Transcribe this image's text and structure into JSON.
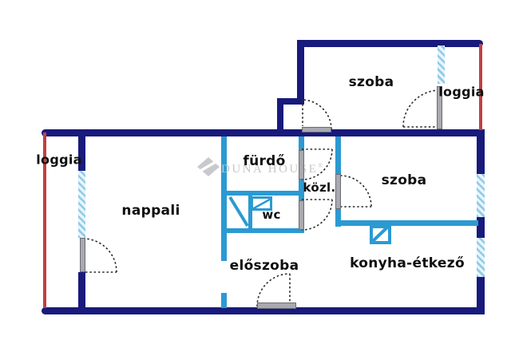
{
  "watermark": {
    "brand": "DUNA HOUSE",
    "registered": "®"
  },
  "rooms": [
    {
      "id": "szoba-top",
      "label": "szoba"
    },
    {
      "id": "loggia-top",
      "label": "loggia"
    },
    {
      "id": "loggia-left",
      "label": "loggia"
    },
    {
      "id": "nappali",
      "label": "nappali"
    },
    {
      "id": "furdo",
      "label": "fürdő"
    },
    {
      "id": "kozl",
      "label": "közl."
    },
    {
      "id": "wc",
      "label": "wc"
    },
    {
      "id": "eloszoba",
      "label": "előszoba"
    },
    {
      "id": "szoba-right",
      "label": "szoba"
    },
    {
      "id": "konyha-etkezo",
      "label": "konyha-étkező"
    }
  ],
  "colors": {
    "wall_primary": "#181a7c",
    "wall_secondary": "#2b9ad2",
    "loggia_line": "#c04141",
    "door_leaf": "#a9a9b0",
    "door_leaf_edge": "#6b6b74",
    "window_stripe": "#8fcbe7",
    "window_bg": "#e8f4fb",
    "label_text": "#0e0e0e",
    "watermark_gray": "#c7c7cb",
    "background": "#ffffff"
  }
}
